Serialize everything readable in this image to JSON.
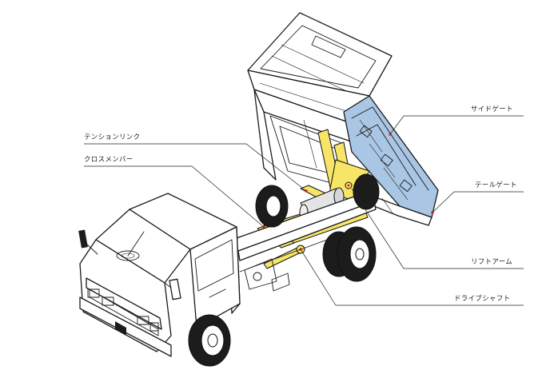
{
  "diagram": {
    "labels": {
      "side_gate": "サイドゲート",
      "tension_link": "テンションリンク",
      "cross_member": "クロスメンバー",
      "tail_gate": "テールゲート",
      "lift_arm": "リフトアーム",
      "drive_shaft": "ドライブシャフト"
    },
    "colors": {
      "side_gate_highlight": "#a9c6e4",
      "frame_highlight": "#f6e566",
      "marker": "#e8202a",
      "line": "#1a1a1a"
    },
    "icons": [
      "dump-truck-illustration"
    ]
  }
}
